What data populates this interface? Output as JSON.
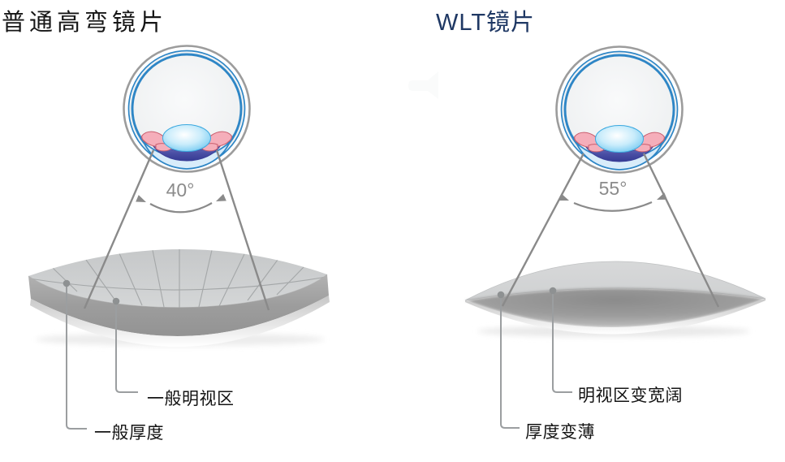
{
  "left": {
    "title": "普通高弯镜片",
    "angle": "40°",
    "labels": {
      "clear_zone": "一般明视区",
      "thickness": "一般厚度"
    }
  },
  "right": {
    "title": "WLT镜片",
    "angle": "55°",
    "labels": {
      "clear_zone": "明视区变宽阔",
      "thickness": "厚度变薄"
    }
  },
  "colors": {
    "left_title": "#161616",
    "right_title": "#1f3864",
    "angle_text": "#8b8b8b",
    "cone_line_gray": "#8a8a8a",
    "callout_gray": "#9b9ea0",
    "eye_ring_blue": "#2e86c6",
    "crystalline_lens_blue": "#55bdee",
    "ciliary_pink": "#f5aeba",
    "iris_blue": "#4a4fa5",
    "lens_body_gray": "#c9cbcc"
  }
}
